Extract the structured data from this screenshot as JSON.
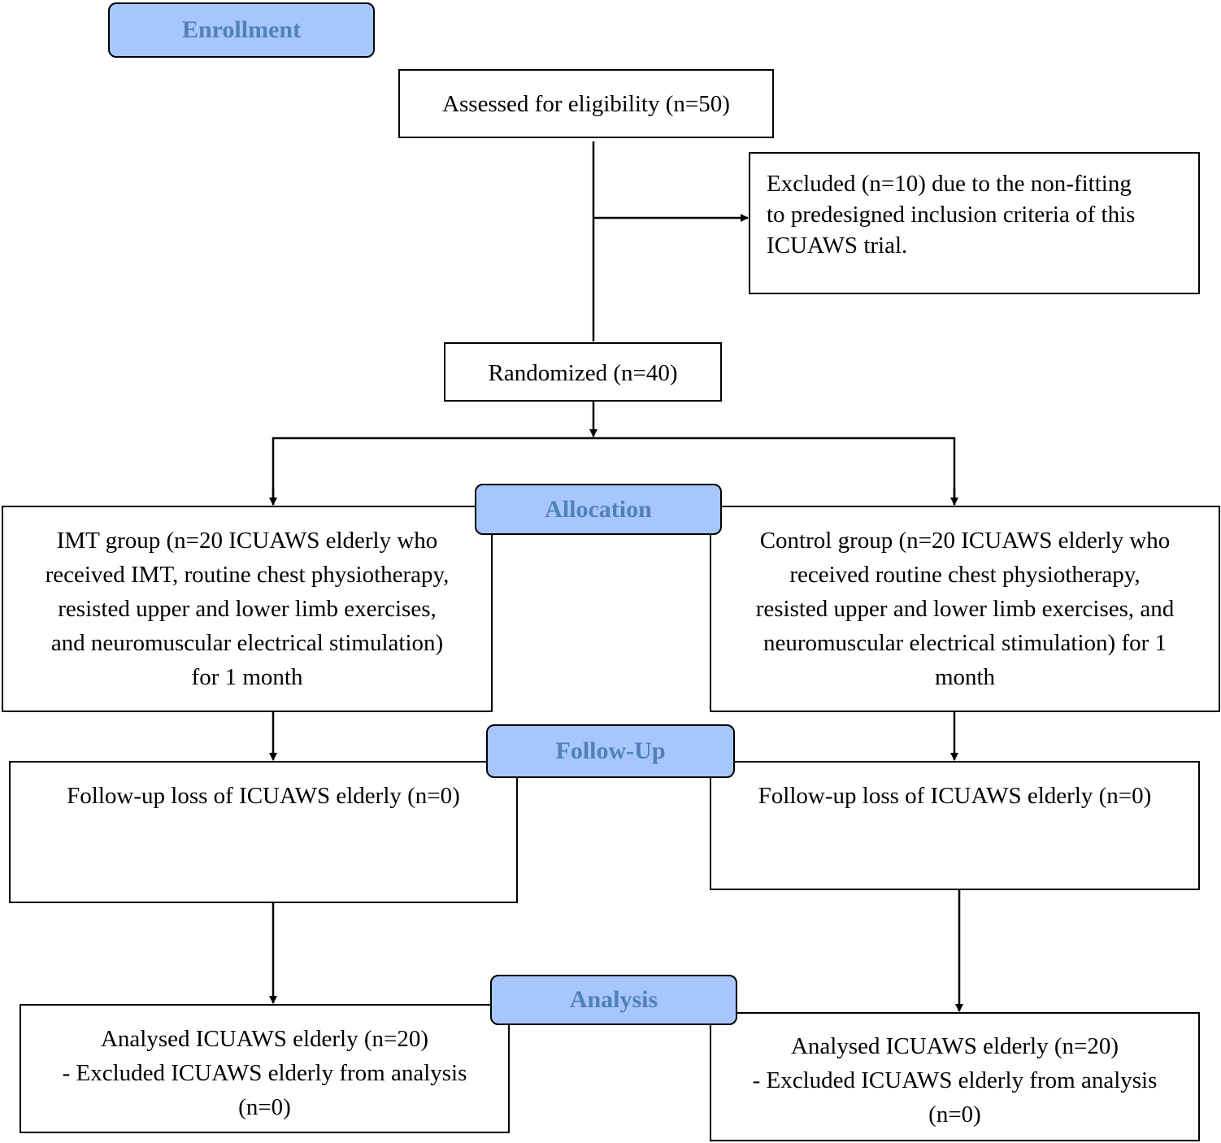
{
  "stages": {
    "enrollment": "Enrollment",
    "allocation": "Allocation",
    "follow_up": "Follow-Up",
    "analysis": "Analysis"
  },
  "boxes": {
    "assessed": "Assessed for eligibility (n=50)",
    "excluded": "Excluded  (n=10) due to the non-fitting\nto predesigned inclusion criteria of this\nICUAWS trial.",
    "randomized": "Randomized (n=40)",
    "imt_group": "IMT group (n=20 ICUAWS elderly who\nreceived IMT, routine chest physiotherapy,\nresisted upper and lower limb exercises,\nand neuromuscular electrical stimulation)\nfor 1 month",
    "control_group": "Control group (n=20 ICUAWS elderly who\nreceived routine chest physiotherapy,\nresisted upper and lower limb exercises, and\nneuromuscular electrical stimulation) for 1\nmonth",
    "followup_left": "Follow-up loss of ICUAWS elderly (n=0)",
    "followup_right": "Follow-up loss of ICUAWS elderly (n=0)",
    "analysed_left": "Analysed ICUAWS elderly (n=20)\n- Excluded ICUAWS elderly from analysis\n(n=0)",
    "analysed_right": "Analysed ICUAWS elderly (n=20)\n- Excluded ICUAWS elderly from analysis\n(n=0)"
  },
  "colors": {
    "stage_fill": "#a7c6fb",
    "stage_text": "#5081bb",
    "line": "#000000"
  }
}
